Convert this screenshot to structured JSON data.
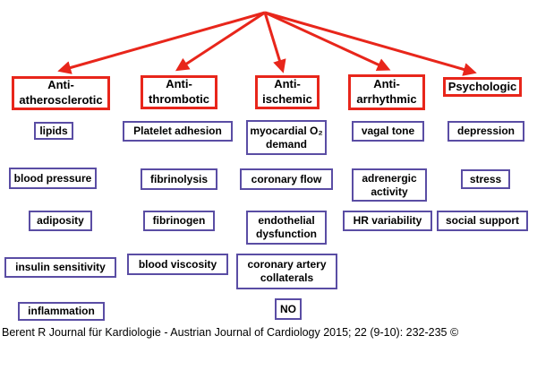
{
  "diagram": {
    "title_apex": "arrow fan origin",
    "colors": {
      "header_border": "#e8261b",
      "arrow": "#e8261b",
      "item_border": "#5a4da4",
      "text": "#000000",
      "background": "#ffffff"
    },
    "columns": [
      {
        "header": "Anti-\natherosclerotic",
        "items": [
          "lipids",
          "blood pressure",
          "adiposity",
          "insulin sensitivity",
          "inflammation"
        ]
      },
      {
        "header": "Anti-\nthrombotic",
        "items": [
          "Platelet adhesion",
          "fibrinolysis",
          "fibrinogen",
          "blood viscosity"
        ]
      },
      {
        "header": "Anti-\nischemic",
        "items": [
          "myocardial O₂ demand",
          "coronary flow",
          "endothelial dysfunction",
          "coronary artery collaterals",
          "NO"
        ]
      },
      {
        "header": "Anti-\narrhythmic",
        "items": [
          "vagal tone",
          "adrenergic activity",
          "HR variability"
        ]
      },
      {
        "header": "Psychologic",
        "items": [
          "depression",
          "stress",
          "social support"
        ]
      }
    ],
    "citation": "Berent R Journal für Kardiologie - Austrian Journal of Cardiology 2015; 22 (9-10): 232-235 ©"
  }
}
